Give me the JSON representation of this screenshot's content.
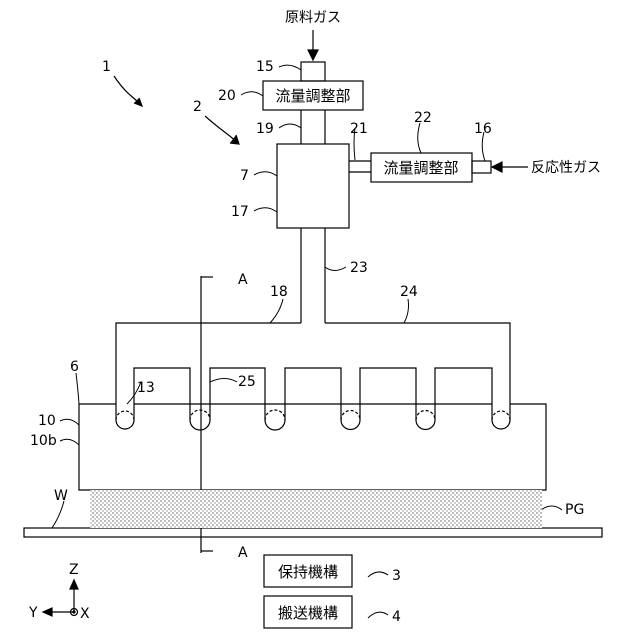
{
  "gases": {
    "source": "原料ガス",
    "reactive": "反応性ガス"
  },
  "boxes": {
    "flow_controller_top": "流量調整部",
    "flow_controller_right": "流量調整部",
    "holding_mechanism": "保持機構",
    "transport_mechanism": "搬送機構"
  },
  "refs": {
    "r1": "1",
    "r2": "2",
    "r3": "3",
    "r4": "4",
    "r6": "6",
    "r7": "7",
    "r10": "10",
    "r10b": "10b",
    "r13": "13",
    "r15": "15",
    "r16": "16",
    "r17": "17",
    "r18": "18",
    "r19": "19",
    "r20": "20",
    "r21": "21",
    "r22": "22",
    "r23": "23",
    "r24": "24",
    "r25": "25",
    "w": "W",
    "pg": "PG",
    "section_top": "A",
    "section_bottom": "A"
  },
  "axes": {
    "z": "Z",
    "y": "Y",
    "x": "X"
  }
}
